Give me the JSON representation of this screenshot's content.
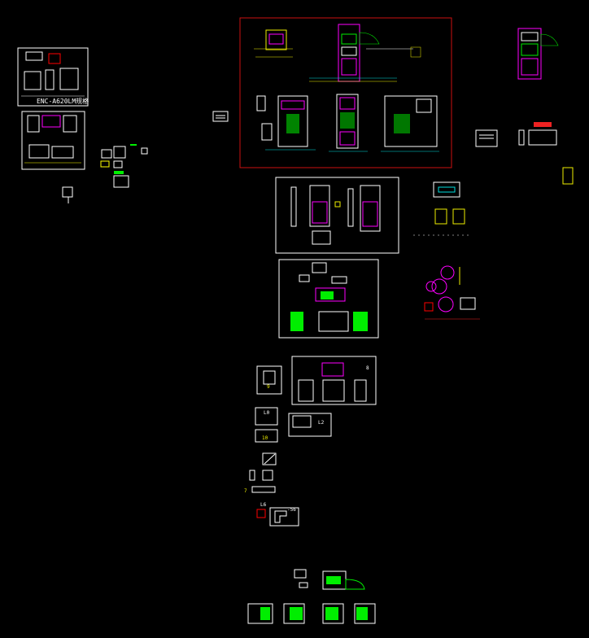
{
  "drawing_sheet": {
    "title_block_label": "ENC-A620LM规格",
    "view_labels": [
      "9",
      "10",
      "L0",
      "L2",
      "7",
      "L6",
      "-56",
      "8"
    ],
    "colors": {
      "background": "#000000",
      "frame": "#ffffff",
      "highlight_frame": "#cc1111",
      "outline": "#ff00ff",
      "fill": "#00ee00",
      "annotation": "#eeee00",
      "dimension": "#00dddd",
      "hidden": "#ee3333"
    }
  }
}
